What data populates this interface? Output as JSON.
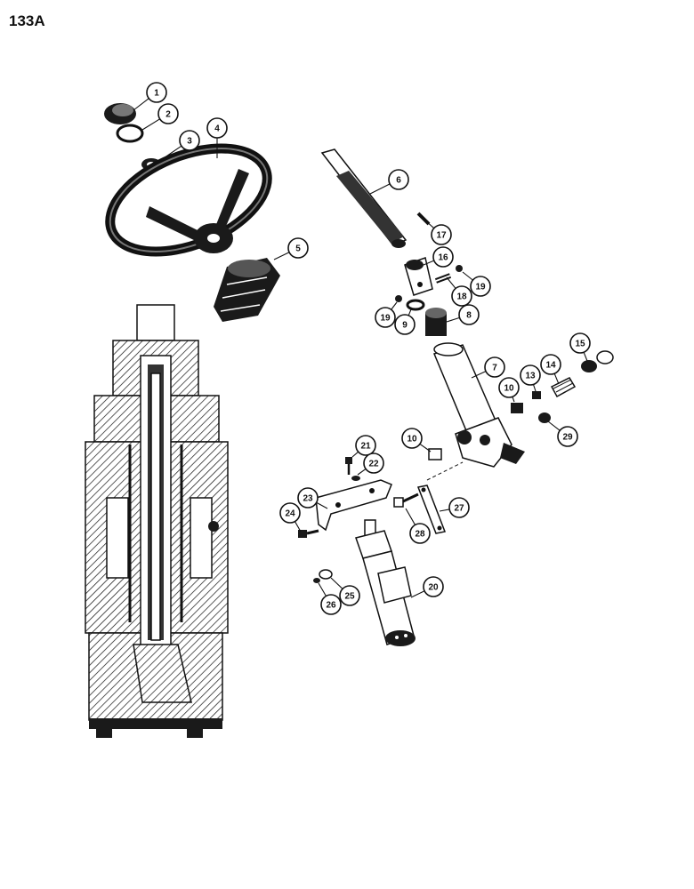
{
  "page": {
    "number": "133A"
  },
  "callouts": [
    "1",
    "2",
    "3",
    "4",
    "5",
    "6",
    "7",
    "8",
    "9",
    "10",
    "10",
    "13",
    "14",
    "15",
    "16",
    "17",
    "18",
    "19",
    "19",
    "20",
    "21",
    "22",
    "23",
    "24",
    "25",
    "26",
    "27",
    "28",
    "29"
  ]
}
